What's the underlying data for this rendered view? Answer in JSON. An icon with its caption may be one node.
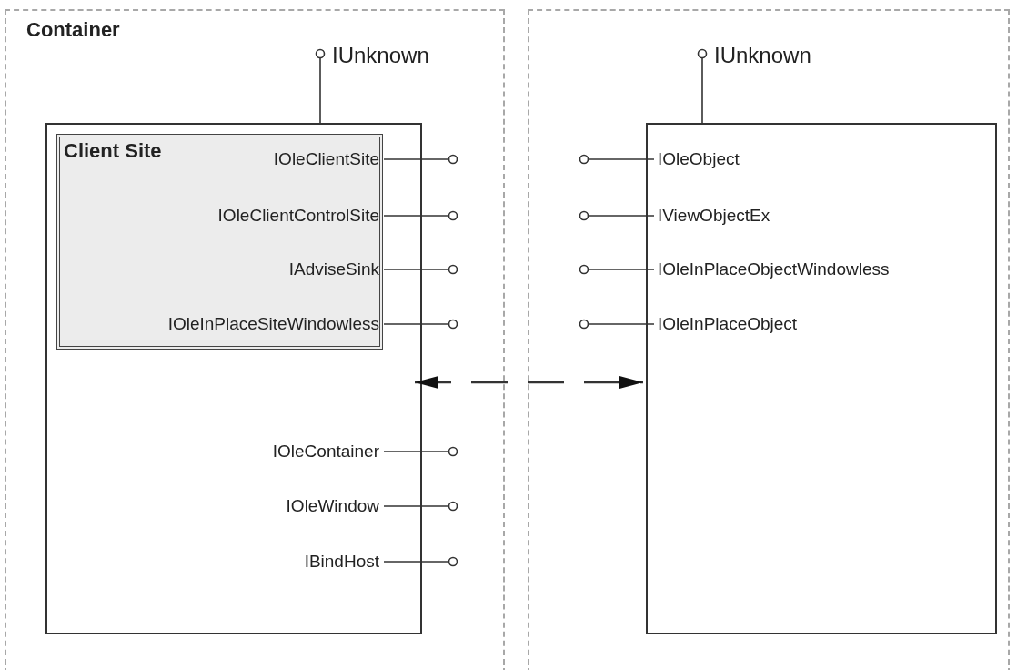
{
  "diagram": {
    "nodes": [
      {
        "text": [
          "Container"
        ]
      },
      {
        "text": [],
        "shape": "box"
      },
      {
        "text": [],
        "shape": "box",
        "in": 0
      },
      {
        "text": [
          "Client Site"
        ],
        "in": 2
      },
      {
        "text": [
          "IOleClientSite"
        ],
        "in": 3
      },
      {
        "text": [
          "IOleClientControlSite"
        ],
        "in": 3
      },
      {
        "text": [
          "IAdviseSink"
        ],
        "in": 3
      },
      {
        "text": [
          "IOleInPlaceSiteWindowless"
        ],
        "in": 3
      },
      {
        "text": [
          "IOleContainer"
        ],
        "in": 2
      },
      {
        "text": [
          "IOleWindow"
        ],
        "in": 2
      },
      {
        "text": [
          "IBindHost"
        ],
        "in": 2
      },
      {
        "text": [],
        "shape": "box",
        "in": 1
      },
      {
        "text": [
          "IOleObject"
        ],
        "in": 11
      },
      {
        "text": [
          "IViewObjectEx"
        ],
        "in": 11
      },
      {
        "text": [
          "IOleInPlaceObjectWindowless"
        ],
        "in": 11
      },
      {
        "text": [
          "IOleInPlaceObject"
        ],
        "in": 11
      },
      {
        "text": [
          "IUnknown"
        ],
        "in": 0
      },
      {
        "text": [
          "IUnknown"
        ],
        "in": 1
      }
    ],
    "edges": [
      {
        "from": 2,
        "to": 16,
        "arrow": "other"
      },
      {
        "from": 11,
        "to": 17,
        "arrow": "other"
      },
      {
        "from": 4,
        "to": null,
        "arrow": "other"
      },
      {
        "from": 5,
        "to": null,
        "arrow": "other"
      },
      {
        "from": 6,
        "to": null,
        "arrow": "other"
      },
      {
        "from": 7,
        "to": null,
        "arrow": "other"
      },
      {
        "from": 8,
        "to": null,
        "arrow": "other"
      },
      {
        "from": 9,
        "to": null,
        "arrow": "other"
      },
      {
        "from": 10,
        "to": null,
        "arrow": "other"
      },
      {
        "from": 12,
        "to": null,
        "arrow": "other"
      },
      {
        "from": 13,
        "to": null,
        "arrow": "other"
      },
      {
        "from": 14,
        "to": null,
        "arrow": "other"
      },
      {
        "from": 15,
        "to": null,
        "arrow": "other"
      },
      {
        "from": 2,
        "to": 11,
        "arrow": "both",
        "style": "dashed"
      }
    ]
  }
}
